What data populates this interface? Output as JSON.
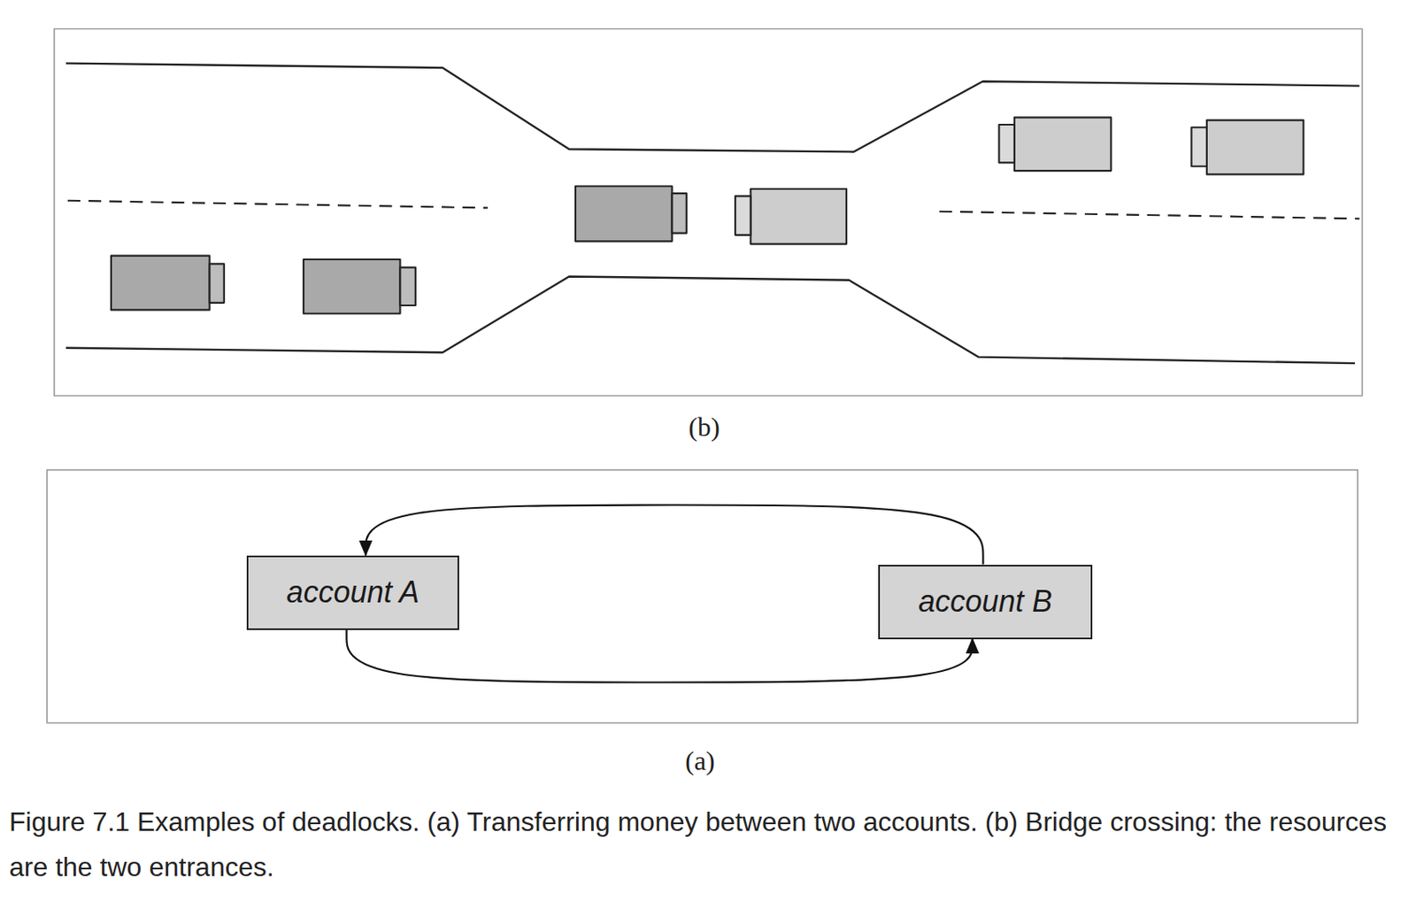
{
  "diagram": {
    "caption": "Figure 7.1 Examples of deadlocks. (a) Transferring money between two accounts. (b) Bridge crossing: the resources are the two entrances.",
    "nodes": [
      {
        "text": [
          "account A"
        ]
      },
      {
        "text": [
          "account B"
        ]
      }
    ],
    "edges": [
      {
        "from": 1,
        "to": 0,
        "arrow": "to"
      },
      {
        "from": 0,
        "to": 1,
        "arrow": "to"
      }
    ],
    "labels": [
      "(b)",
      "(a)"
    ]
  }
}
